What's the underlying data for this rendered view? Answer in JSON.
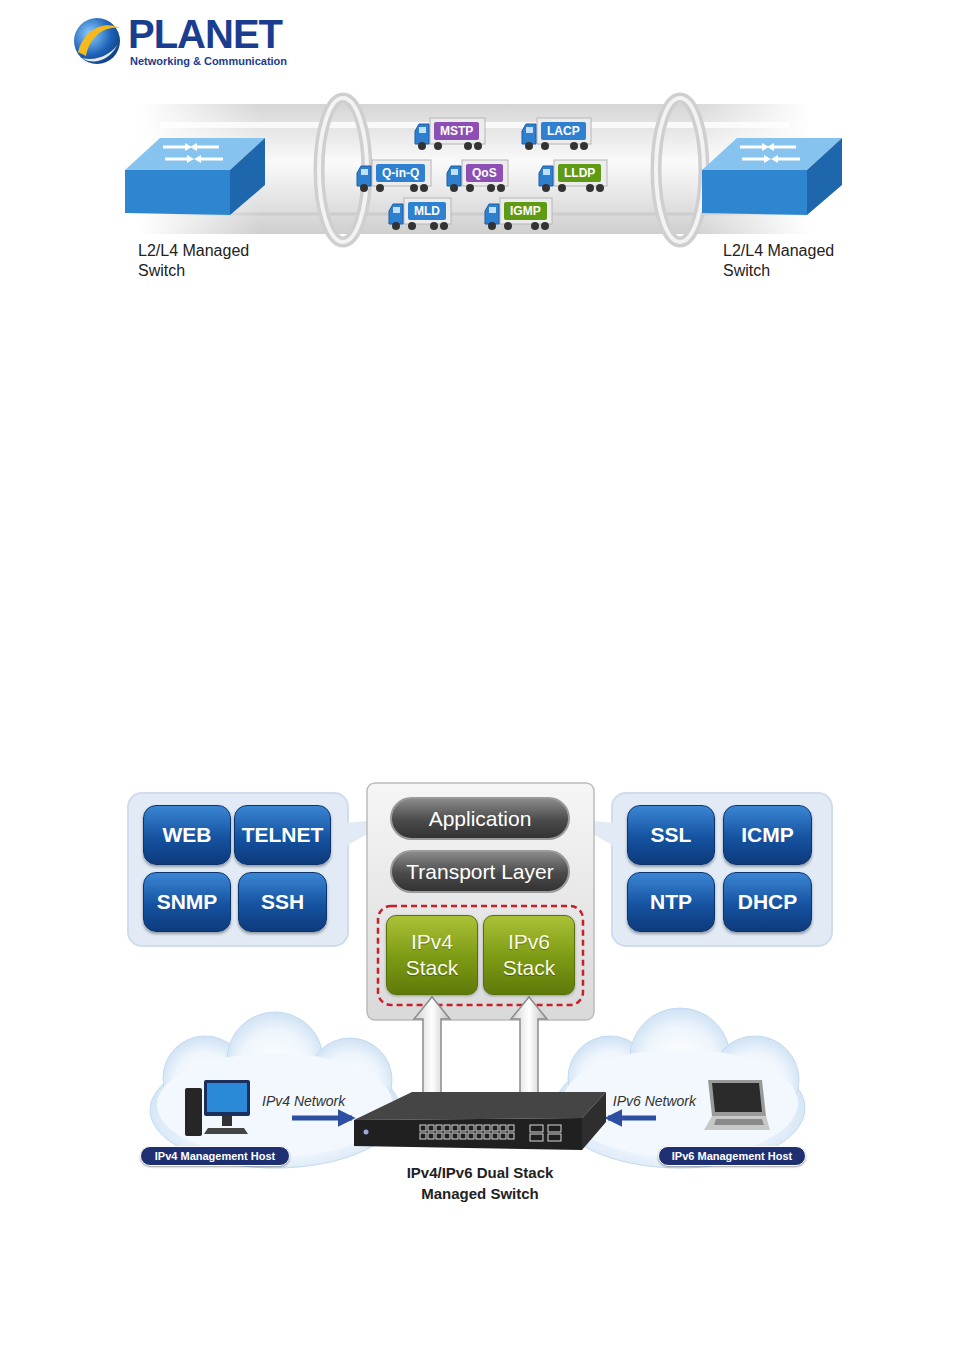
{
  "diagram": {
    "nodes": [
      {
        "text": [
          "L2/L4 Managed Switch"
        ]
      },
      {
        "text": [
          "MSTP"
        ]
      },
      {
        "text": [
          "LACP"
        ]
      },
      {
        "text": [
          "Q-in-Q"
        ]
      },
      {
        "text": [
          "QoS"
        ]
      },
      {
        "text": [
          "LLDP"
        ]
      },
      {
        "text": [
          "MLD"
        ]
      },
      {
        "text": [
          "IGMP"
        ]
      },
      {
        "text": [
          "L2/L4 Managed Switch"
        ]
      },
      {
        "text": [
          "WEB"
        ]
      },
      {
        "text": [
          "TELNET"
        ]
      },
      {
        "text": [
          "SNMP"
        ]
      },
      {
        "text": [
          "SSH"
        ]
      },
      {
        "text": [
          "Application"
        ]
      },
      {
        "text": [
          "Transport Layer"
        ]
      },
      {
        "text": [
          "IPv4 Stack"
        ]
      },
      {
        "text": [
          "IPv6 Stack"
        ]
      },
      {
        "text": [
          "SSL"
        ]
      },
      {
        "text": [
          "ICMP"
        ]
      },
      {
        "text": [
          "NTP"
        ]
      },
      {
        "text": [
          "DHCP"
        ]
      },
      {
        "text": [
          "IPv4 Management Host"
        ]
      },
      {
        "text": [
          "IPv4/IPv6 Dual Stack Managed Switch"
        ]
      },
      {
        "text": [
          "IPv6 Management Host"
        ]
      }
    ],
    "edges": [
      {
        "from": 21,
        "to": 22,
        "label": "IPv4 Network",
        "arrow": "to"
      },
      {
        "from": 23,
        "to": 22,
        "label": "IPv6 Network",
        "arrow": "to"
      },
      {
        "from": 22,
        "to": 15,
        "arrow": "to"
      },
      {
        "from": 22,
        "to": 16,
        "arrow": "to"
      }
    ],
    "labels": [
      "PLANET",
      "Networking & Communication"
    ]
  }
}
